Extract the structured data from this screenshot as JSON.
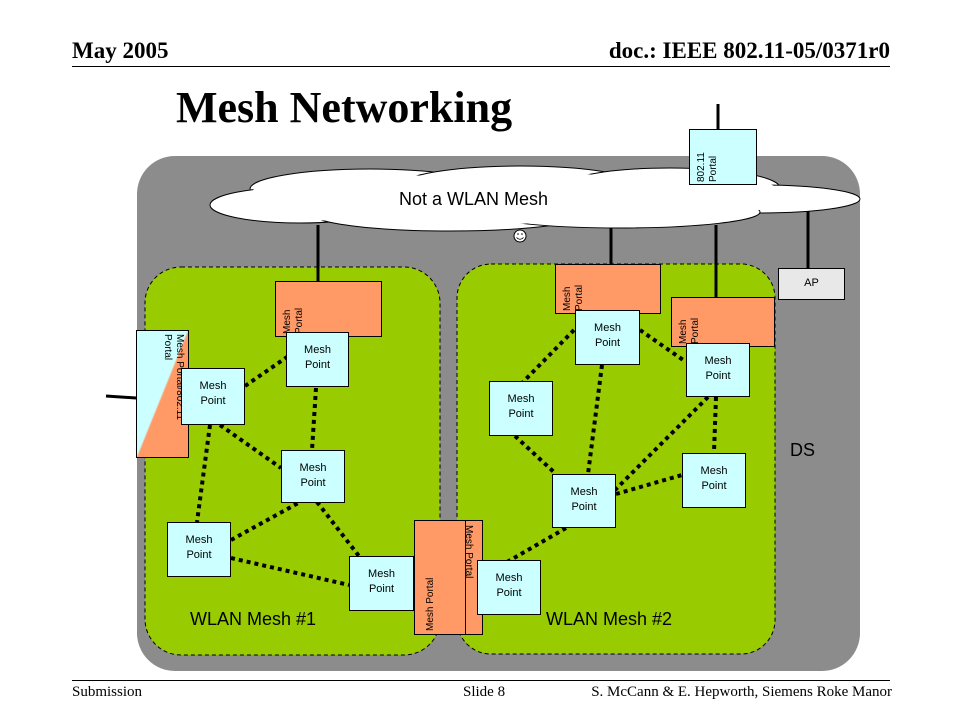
{
  "header": {
    "left": "May 2005",
    "right": "doc.: IEEE 802.11-05/0371r0"
  },
  "title": "Mesh Networking",
  "footer": {
    "left": "Submission",
    "middle": "Slide 8",
    "right": "S. McCann & E. Hepworth, Siemens Roke Manor"
  },
  "diagram": {
    "cloud_label": "Not a WLAN Mesh",
    "ds_label": "DS",
    "mesh1_label": "WLAN Mesh #1",
    "mesh2_label": "WLAN Mesh #2",
    "ap_label": "AP",
    "mesh_point_line1": "Mesh",
    "mesh_point_line2": "Point",
    "portal_80211_text": "802.11\nPortal",
    "portal_mesh1_top_text": "Mesh\nPortal",
    "portal_mesh1_left_text": "Mesh Portal/802.11\nPortal",
    "portal_mesh2_top_text": "Mesh\nPortal",
    "portal_mesh2_right_text": "Mesh\nPortal",
    "portal_center_left_text": "Mesh Portal",
    "portal_center_right_text": "Mesh Portal"
  },
  "colors": {
    "ds_gray": "#8c8c8c",
    "mesh_green": "#99cc00",
    "mesh_point_fill": "#ccffff",
    "portal_fill": "#ff9966",
    "ap_fill": "#e8e8e8"
  }
}
